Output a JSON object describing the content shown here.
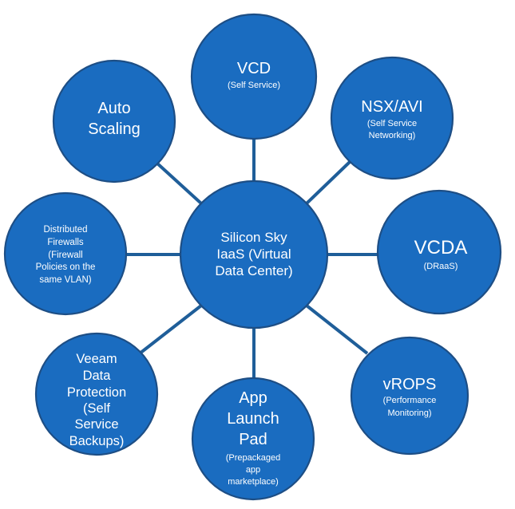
{
  "colors": {
    "node_fill": "#1A6CC0",
    "node_stroke": "#1D4E85",
    "connector": "#1F5E99",
    "text": "#FFFFFF"
  },
  "center": {
    "lines": [
      "Silicon Sky",
      "IaaS (Virtual",
      "Data Center)"
    ]
  },
  "nodes": {
    "vcd": {
      "title": "VCD",
      "sub": [
        "(Self Service)"
      ]
    },
    "nsx": {
      "title": "NSX/AVI",
      "sub": [
        "(Self Service",
        "Networking)"
      ]
    },
    "vcda": {
      "title": "VCDA",
      "sub": [
        "(DRaaS)"
      ]
    },
    "vrops": {
      "title": "vROPS",
      "sub": [
        "(Performance",
        "Monitoring)"
      ]
    },
    "app": {
      "title": [
        "App",
        "Launch",
        "Pad"
      ],
      "sub": [
        "(Prepackaged",
        "app",
        "marketplace)"
      ]
    },
    "veeam": {
      "lines": [
        "Veeam",
        "Data",
        "Protection",
        "(Self",
        "Service",
        "Backups)"
      ]
    },
    "firewalls": {
      "lines": [
        "Distributed",
        "Firewalls",
        "(Firewall",
        "Policies on the",
        "same VLAN)"
      ]
    },
    "autoscaling": {
      "lines": [
        "Auto",
        "Scaling"
      ]
    }
  }
}
